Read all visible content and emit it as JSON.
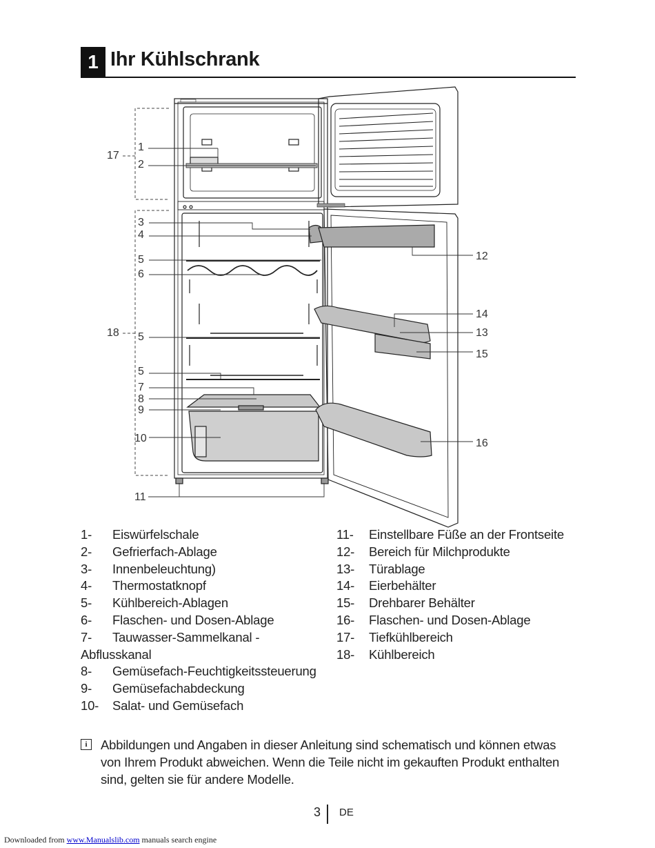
{
  "section": {
    "number": "1",
    "title": "Ihr Kühlschrank"
  },
  "diagram": {
    "labels": [
      "1",
      "2",
      "3",
      "4",
      "5",
      "6",
      "5",
      "5",
      "7",
      "8",
      "9",
      "10",
      "11",
      "12",
      "14",
      "13",
      "15",
      "16",
      "17",
      "18"
    ]
  },
  "legend_left": [
    {
      "num": "1-",
      "text": "Eiswürfelschale"
    },
    {
      "num": "2-",
      "text": "Gefrierfach-Ablage"
    },
    {
      "num": "3-",
      "text": "Innenbeleuchtung)"
    },
    {
      "num": "4-",
      "text": "Thermostatknopf"
    },
    {
      "num": "5-",
      "text": "Kühlbereich-Ablagen"
    },
    {
      "num": "6-",
      "text": "Flaschen- und Dosen-Ablage"
    },
    {
      "num": "7-",
      "text": "Tauwasser-Sammelkanal -"
    },
    {
      "num": "",
      "text": "Abflusskanal"
    },
    {
      "num": "8-",
      "text": "Gemüsefach-Feuchtigkeitssteuerung"
    },
    {
      "num": "9-",
      "text": "Gemüsefachabdeckung"
    },
    {
      "num": "10-",
      "text": "Salat- und Gemüsefach"
    }
  ],
  "legend_right": [
    {
      "num": "11-",
      "text": "Einstellbare Füße an der Frontseite"
    },
    {
      "num": "12-",
      "text": "Bereich für Milchprodukte"
    },
    {
      "num": "13-",
      "text": "Türablage"
    },
    {
      "num": "14-",
      "text": "Eierbehälter"
    },
    {
      "num": "15-",
      "text": "Drehbarer Behälter"
    },
    {
      "num": "16-",
      "text": "Flaschen- und Dosen-Ablage"
    },
    {
      "num": "17-",
      "text": "Tiefkühlbereich"
    },
    {
      "num": "18-",
      "text": "Kühlbereich"
    }
  ],
  "note": {
    "icon": "info-icon",
    "text": "Abbildungen und Angaben in dieser Anleitung sind schematisch und können etwas von Ihrem Produkt abweichen. Wenn die Teile nicht im gekauften Produkt enthalten sind, gelten sie für andere Modelle."
  },
  "footer": {
    "page_number": "3",
    "language": "DE",
    "download_prefix": "Downloaded from ",
    "download_link": "www.Manualslib.com",
    "download_suffix": " manuals search engine"
  }
}
